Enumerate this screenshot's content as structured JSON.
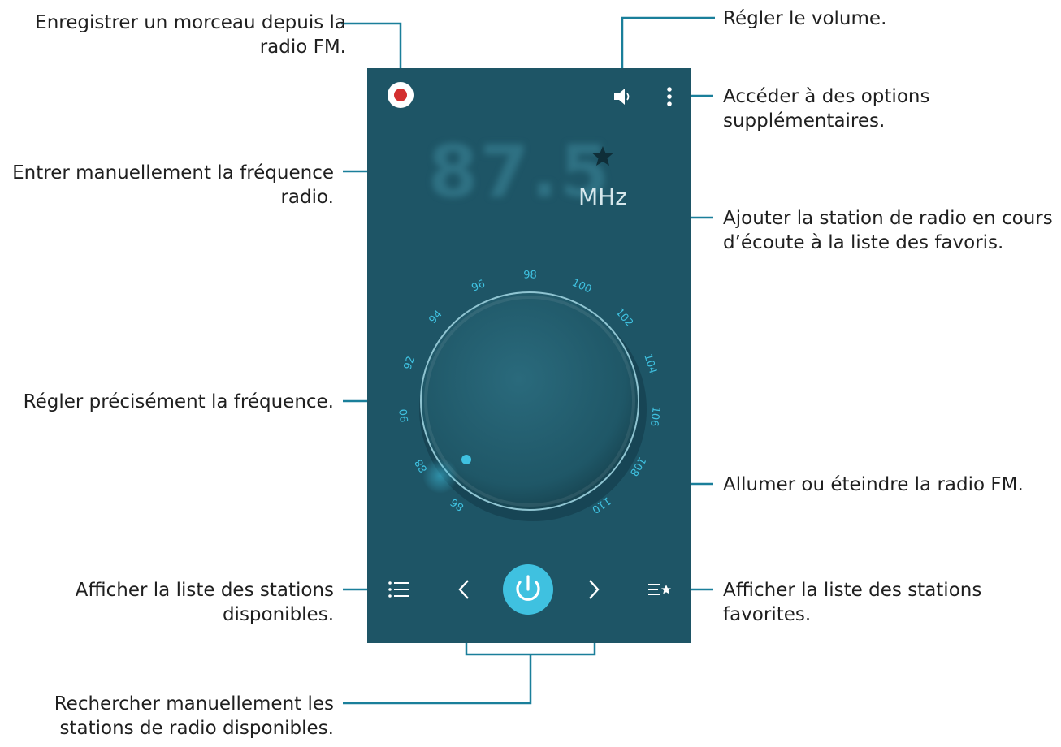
{
  "callouts": {
    "record": [
      "Enregistrer un morceau depuis la",
      "radio FM."
    ],
    "frequency_entry": [
      "Entrer manuellement la fréquence",
      "radio."
    ],
    "fine_tune": [
      "Régler précisément la fréquence."
    ],
    "station_list": [
      "Afficher la liste des stations",
      "disponibles."
    ],
    "search": [
      "Rechercher manuellement les",
      "stations de radio disponibles."
    ],
    "volume": [
      "Régler le volume."
    ],
    "options": [
      "Accéder à des options",
      "supplémentaires."
    ],
    "favorite": [
      "Ajouter la station de radio en cours",
      "d’écoute à la liste des favoris."
    ],
    "power": [
      "Allumer ou éteindre la radio FM."
    ],
    "favorites_list": [
      "Afficher la liste des stations",
      "favorites."
    ]
  },
  "radio": {
    "frequency": "87.5",
    "unit": "MHz",
    "dial_labels": [
      "86",
      "88",
      "90",
      "92",
      "94",
      "96",
      "98",
      "100",
      "102",
      "104",
      "106",
      "108",
      "110"
    ]
  },
  "colors": {
    "screen_bg": "#1e5566",
    "accent": "#3fc1e0",
    "record_red": "#d32f2f",
    "leader_line": "#1a7f9a",
    "text": "#1f1f1f"
  },
  "icons": {
    "record": "record-icon",
    "volume": "speaker-icon",
    "more": "more-vert-icon",
    "favorite": "star-icon",
    "list": "list-icon",
    "prev": "chevron-left-icon",
    "power": "power-icon",
    "next": "chevron-right-icon",
    "favorites_list": "list-star-icon"
  }
}
